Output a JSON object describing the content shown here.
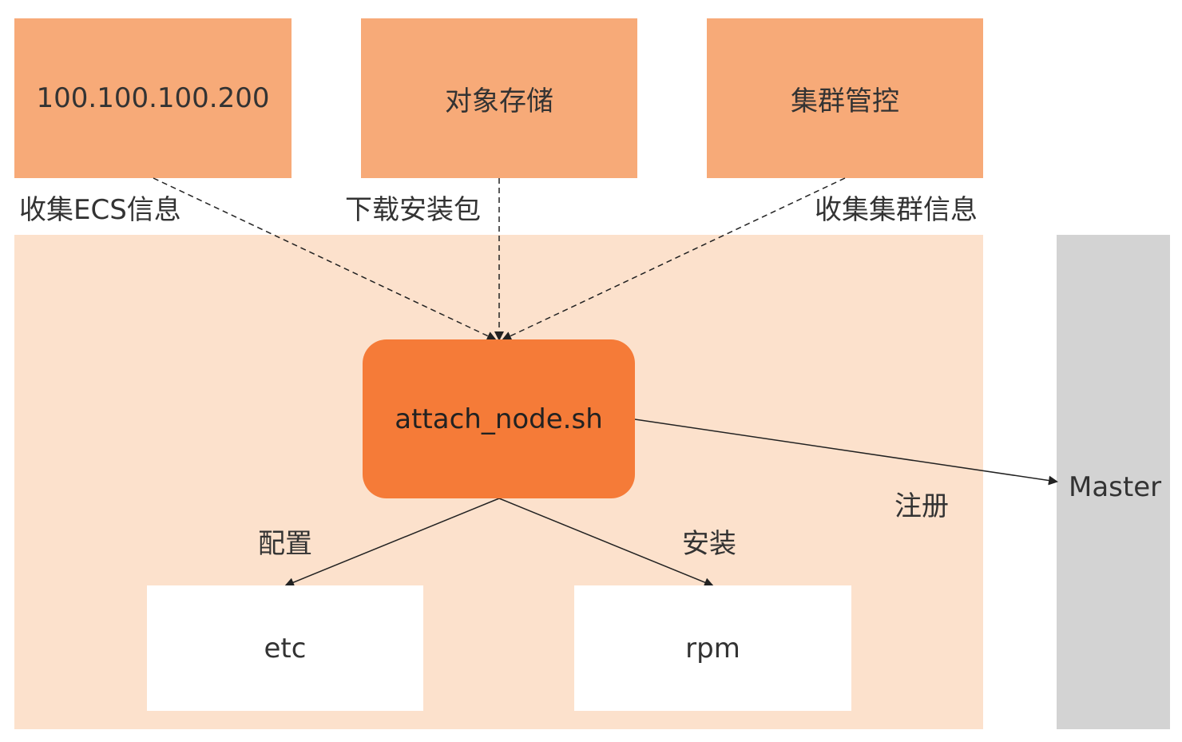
{
  "nodes": {
    "metadata_server": "100.100.100.200",
    "object_storage": "对象存储",
    "cluster_control": "集群管控",
    "script": "attach_node.sh",
    "etc": "etc",
    "rpm": "rpm",
    "master": "Master"
  },
  "edge_labels": {
    "collect_ecs_info": "收集ECS信息",
    "download_package": "下载安装包",
    "collect_cluster_info": "收集集群信息",
    "configure": "配置",
    "install": "安装",
    "register": "注册"
  },
  "colors": {
    "top_box": "#f7aa78",
    "node_region": "#fce1cc",
    "script_box": "#f57b38",
    "master_bar": "#d3d3d3",
    "leaf_box": "#ffffff",
    "edge": "#222222"
  }
}
